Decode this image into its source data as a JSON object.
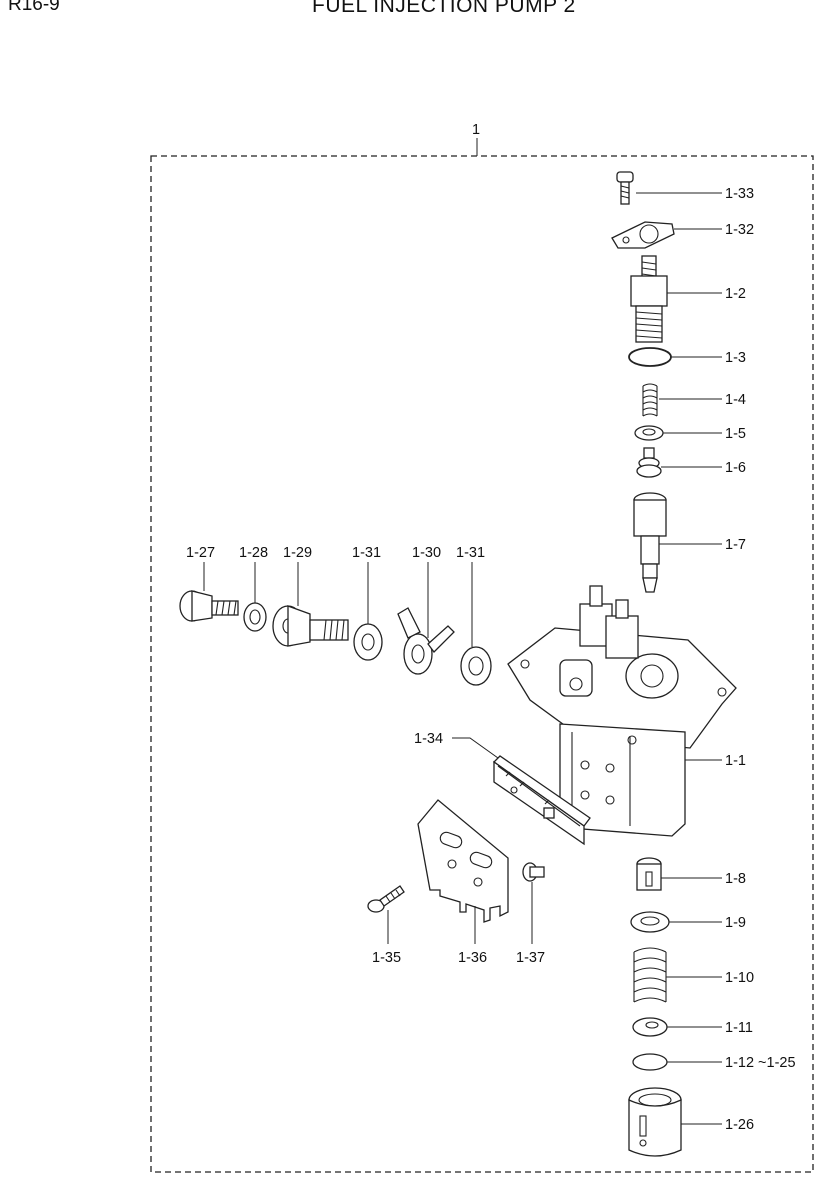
{
  "header": {
    "page_id": "R16-9",
    "title": "FUEL INJECTION PUMP 2"
  },
  "assembly_label": "1",
  "parts": {
    "p1_33": "1-33",
    "p1_32": "1-32",
    "p1_2": "1-2",
    "p1_3": "1-3",
    "p1_4": "1-4",
    "p1_5": "1-5",
    "p1_6": "1-6",
    "p1_7": "1-7",
    "p1_1": "1-1",
    "p1_8": "1-8",
    "p1_9": "1-9",
    "p1_10": "1-10",
    "p1_11": "1-11",
    "p1_12": "1-12 ~1-25",
    "p1_26": "1-26",
    "p1_27": "1-27",
    "p1_28": "1-28",
    "p1_29": "1-29",
    "p1_31a": "1-31",
    "p1_30": "1-30",
    "p1_31b": "1-31",
    "p1_34": "1-34",
    "p1_35": "1-35",
    "p1_36": "1-36",
    "p1_37": "1-37"
  }
}
